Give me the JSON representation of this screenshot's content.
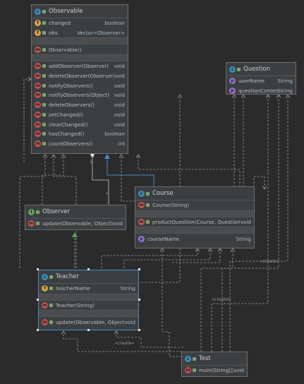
{
  "observable": {
    "name": "Observable",
    "fields": [
      {
        "name": "changed",
        "type": "boolean"
      },
      {
        "name": "obs",
        "type": "Vector<Observer>"
      }
    ],
    "constructors": [
      {
        "name": "Observable()",
        "type": ""
      }
    ],
    "methods": [
      {
        "name": "addObserver(Observer)",
        "type": "void"
      },
      {
        "name": "deleteObserver(Observer)",
        "type": "void"
      },
      {
        "name": "notifyObservers()",
        "type": "void"
      },
      {
        "name": "notifyObservers(Object)",
        "type": "void"
      },
      {
        "name": "deleteObservers()",
        "type": "void"
      },
      {
        "name": "setChanged()",
        "type": "void"
      },
      {
        "name": "clearChanged()",
        "type": "void"
      },
      {
        "name": "hasChanged()",
        "type": "boolean"
      },
      {
        "name": "countObservers()",
        "type": "int"
      }
    ]
  },
  "question": {
    "name": "Question",
    "properties": [
      {
        "name": "userName",
        "type": "String"
      },
      {
        "name": "questionContent",
        "type": "String"
      }
    ]
  },
  "course": {
    "name": "Course",
    "constructors": [
      {
        "name": "Course(String)",
        "type": ""
      }
    ],
    "methods": [
      {
        "name": "productQuestion(Course, Question)",
        "type": "void"
      }
    ],
    "properties": [
      {
        "name": "courseName",
        "type": "String"
      }
    ]
  },
  "observer": {
    "name": "Observer",
    "methods": [
      {
        "name": "update(Observable, Object)",
        "type": "void"
      }
    ]
  },
  "teacher": {
    "name": "Teacher",
    "fields": [
      {
        "name": "teacherName",
        "type": "String"
      }
    ],
    "constructors": [
      {
        "name": "Teacher(String)",
        "type": ""
      }
    ],
    "methods": [
      {
        "name": "update(Observable, Object)",
        "type": "void"
      }
    ]
  },
  "test": {
    "name": "Test",
    "methods": [
      {
        "name": "main(String[])",
        "type": "void"
      }
    ]
  },
  "labels": {
    "create1": "«create»",
    "create2": "«create»",
    "create3": "«create»",
    "mult1": "1",
    "mult2": "*"
  },
  "colors": {
    "background": "#2b2b2b",
    "class_box": "#3c3f41",
    "selection": "#4a88c7",
    "realization": "#5ea35a",
    "dependency": "#9a9a9a"
  }
}
